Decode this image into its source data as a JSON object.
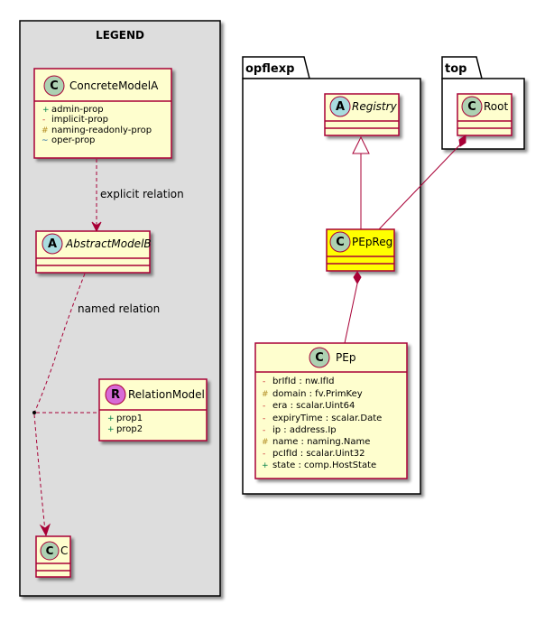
{
  "legend": {
    "title": "LEGEND",
    "concrete_model": {
      "stereotype": "C",
      "name": "ConcreteModelA",
      "props": [
        {
          "vis": "+",
          "label": "admin-prop"
        },
        {
          "vis": "-",
          "label": "implicit-prop"
        },
        {
          "vis": "#",
          "label": "naming-readonly-prop"
        },
        {
          "vis": "~",
          "label": "oper-prop"
        }
      ]
    },
    "abstract_model": {
      "stereotype": "A",
      "name": "AbstractModelB"
    },
    "relation_model": {
      "stereotype": "R",
      "name": "RelationModel",
      "props": [
        {
          "vis": "+",
          "label": "prop1"
        },
        {
          "vis": "+",
          "label": "prop2"
        }
      ]
    },
    "c_class": {
      "stereotype": "C",
      "name": "C"
    },
    "explicit_relation_label": "explicit relation",
    "named_relation_label": "named relation"
  },
  "packages": {
    "opflexp": {
      "name": "opflexp",
      "registry": {
        "stereotype": "A",
        "name": "Registry"
      },
      "pepreg": {
        "stereotype": "C",
        "name": "PEpReg"
      },
      "pep": {
        "stereotype": "C",
        "name": "PEp",
        "props": [
          {
            "vis": "-",
            "label": "brIfId : nw.IfId"
          },
          {
            "vis": "#",
            "label": "domain : fv.PrimKey"
          },
          {
            "vis": "-",
            "label": "era : scalar.Uint64"
          },
          {
            "vis": "-",
            "label": "expiryTime : scalar.Date"
          },
          {
            "vis": "-",
            "label": "ip : address.Ip"
          },
          {
            "vis": "#",
            "label": "name : naming.Name"
          },
          {
            "vis": "-",
            "label": "pcIfId : scalar.Uint32"
          },
          {
            "vis": "+",
            "label": "state : comp.HostState"
          }
        ]
      }
    },
    "top": {
      "name": "top",
      "root": {
        "stereotype": "C",
        "name": "Root"
      }
    }
  },
  "colors": {
    "class_fill": "#FEFECE",
    "class_border": "#A80036",
    "highlight_fill": "#FFFF00",
    "legend_bg": "#DDDDDD",
    "c_circle": "#ADD1B2",
    "a_circle": "#A9DCDF",
    "r_circle": "#D76AD7",
    "edge": "#A80036"
  }
}
